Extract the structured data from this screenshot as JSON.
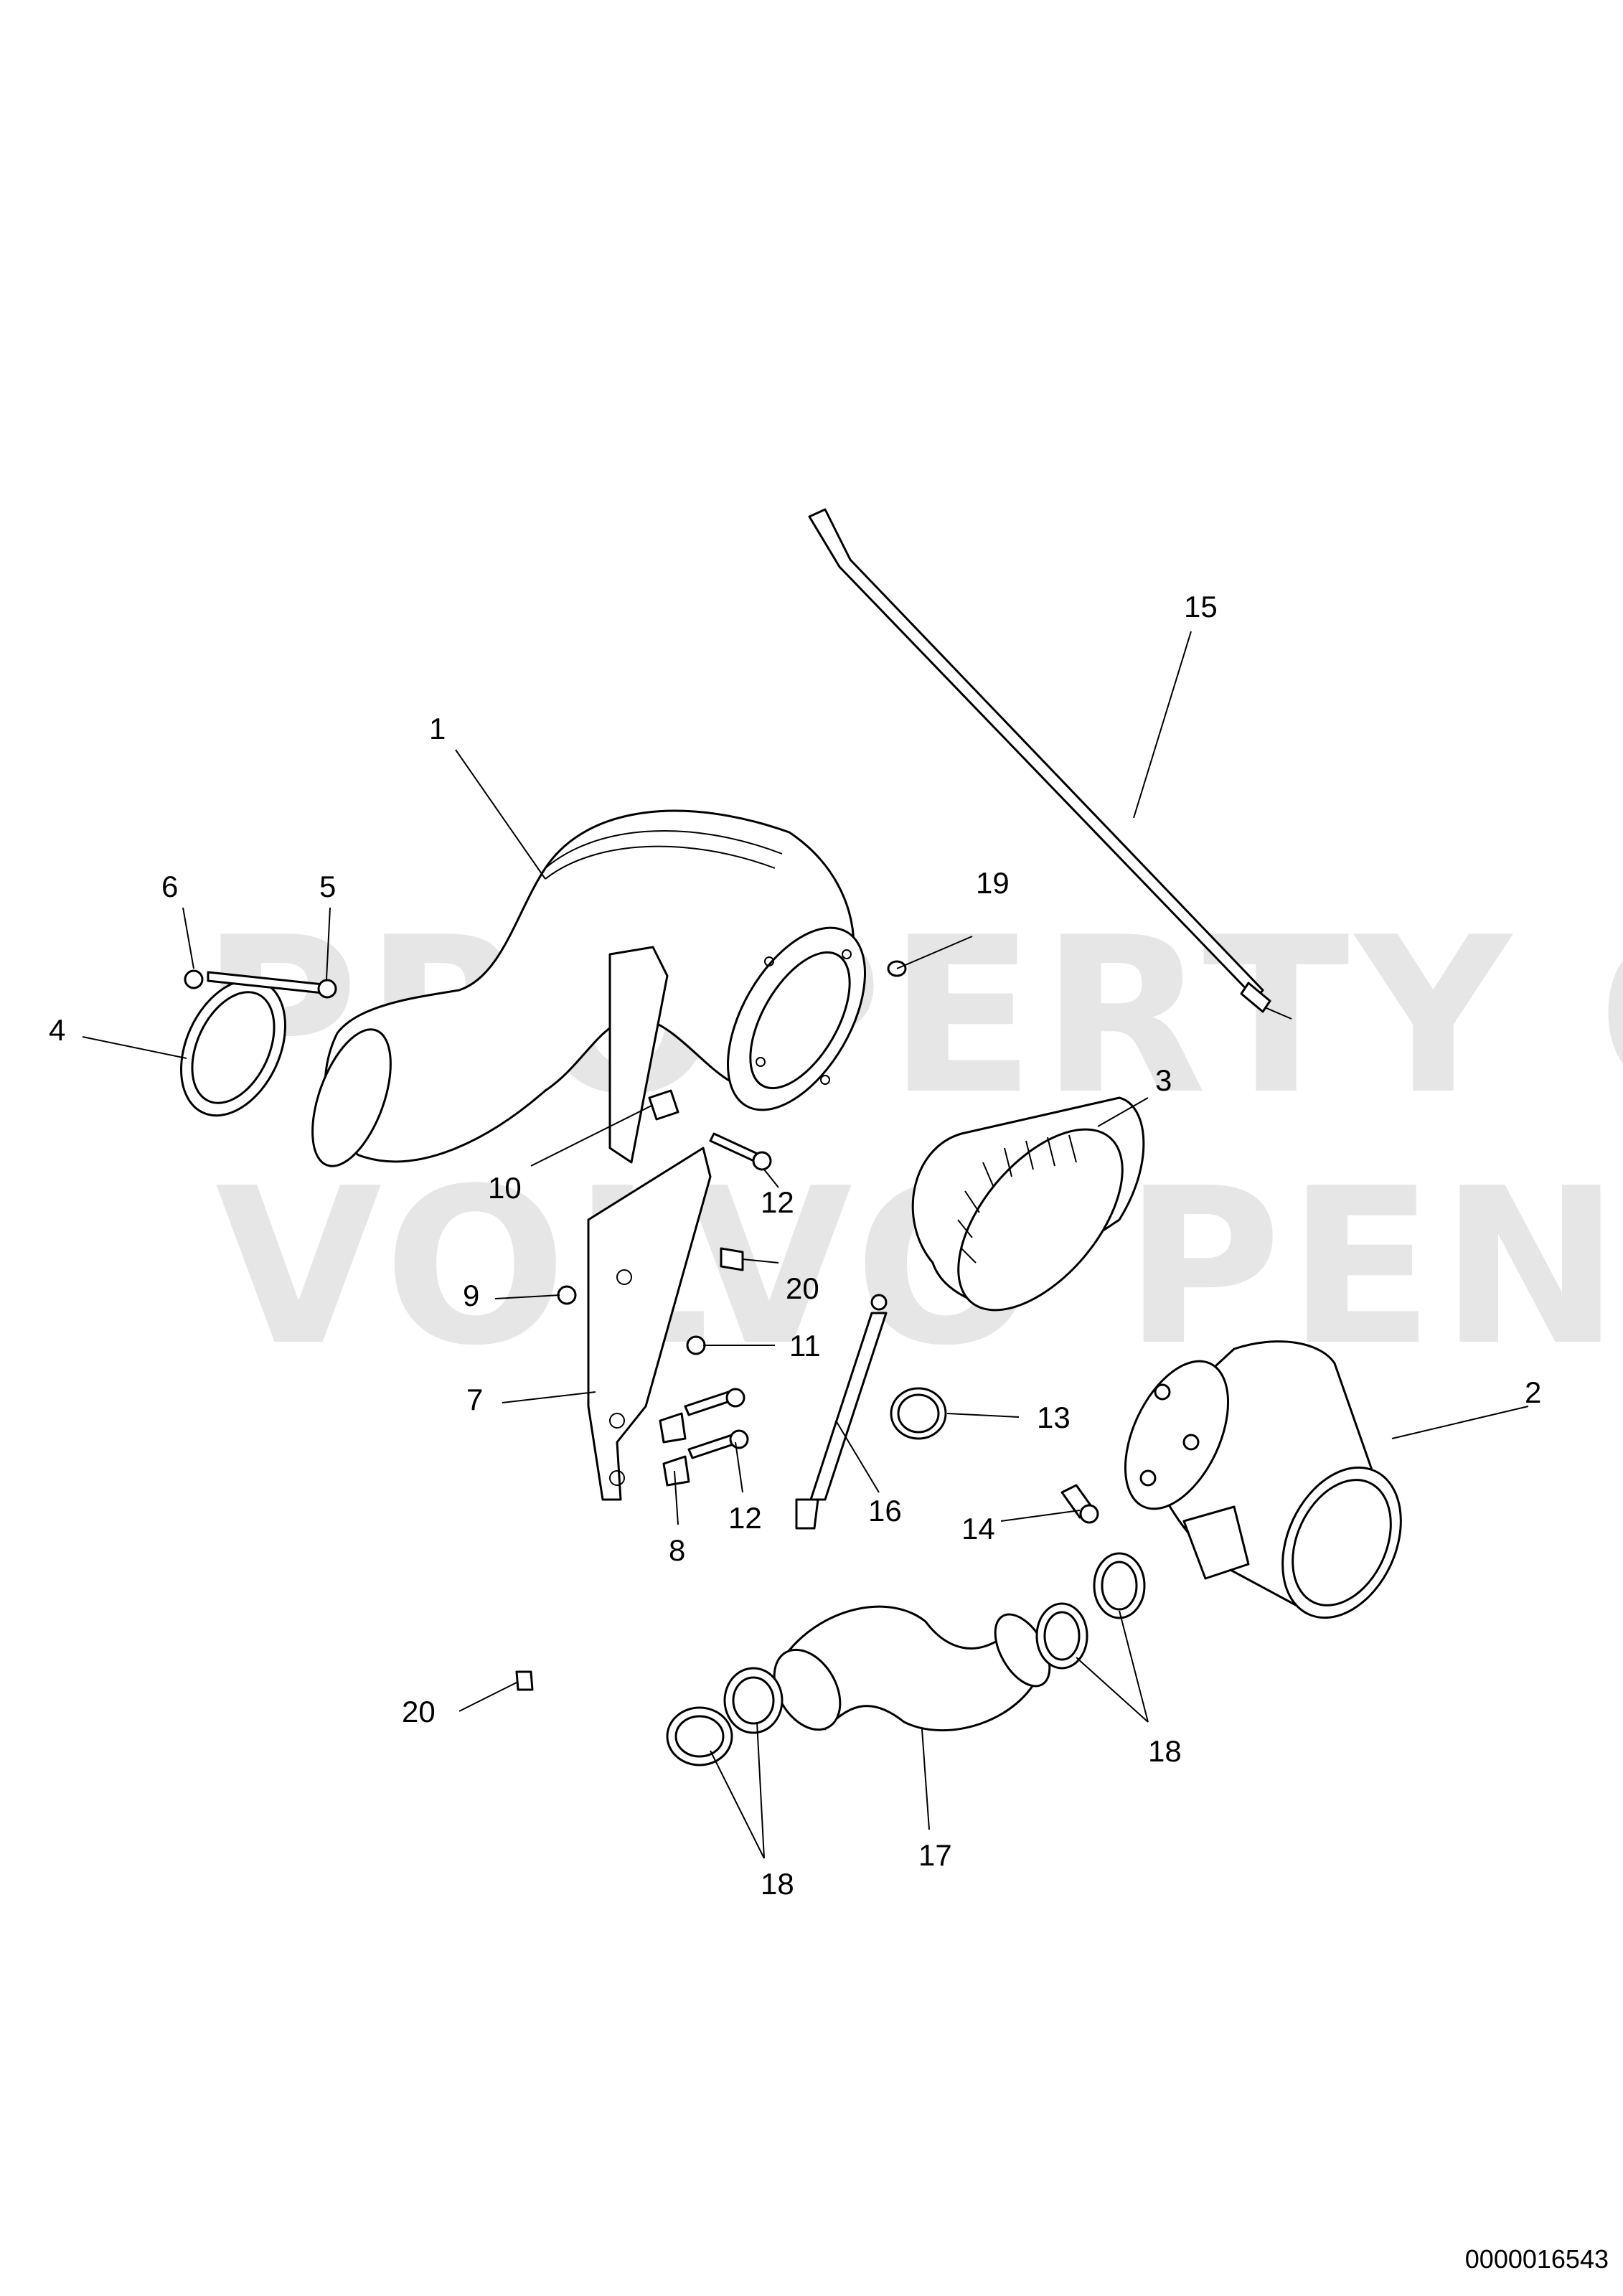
{
  "watermark": {
    "line1": "PROPERTY OF",
    "line2": "VOLVO PENTA"
  },
  "document_number": "0000016543",
  "callouts": {
    "c1": "1",
    "c2": "2",
    "c3": "3",
    "c4": "4",
    "c5": "5",
    "c6": "6",
    "c7": "7",
    "c8": "8",
    "c9": "9",
    "c10": "10",
    "c11": "11",
    "c12a": "12",
    "c12b": "12",
    "c13": "13",
    "c14": "14",
    "c15": "15",
    "c16": "16",
    "c17": "17",
    "c18a": "18",
    "c18b": "18",
    "c19": "19",
    "c20a": "20",
    "c20b": "20"
  }
}
